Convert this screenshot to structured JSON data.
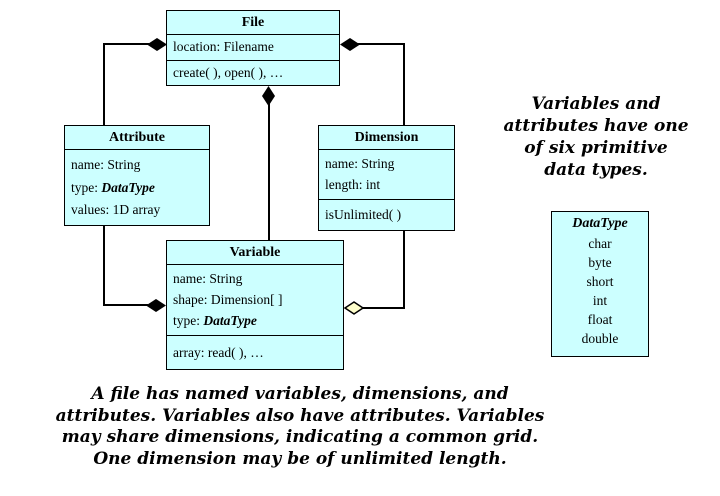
{
  "diagram": {
    "file": {
      "title": "File",
      "attr1": "location: Filename",
      "ops1": "create( ), open( ), …"
    },
    "attribute": {
      "title": "Attribute",
      "attr1": "name: String",
      "attr2_label": "type: ",
      "attr2_value": "DataType",
      "attr3": "values: 1D array"
    },
    "dimension": {
      "title": "Dimension",
      "attr1": "name: String",
      "attr2": "length: int",
      "ops1": "isUnlimited( )"
    },
    "variable": {
      "title": "Variable",
      "attr1": "name: String",
      "attr2": "shape: Dimension[ ]",
      "attr3_label": "type: ",
      "attr3_value": "DataType",
      "ops1": "array: read( ), …"
    },
    "datatype": {
      "title": "DataType",
      "items": [
        "char",
        "byte",
        "short",
        "int",
        "float",
        "double"
      ]
    }
  },
  "notes": {
    "right_line1": "Variables and",
    "right_line2": "attributes have one",
    "right_line3": "of six primitive",
    "right_line4": "data types.",
    "bottom_line1": "A file has named variables, dimensions, and",
    "bottom_line2": "attributes. Variables also have attributes.  Variables",
    "bottom_line3": "may share dimensions, indicating a common grid.",
    "bottom_line4": "One dimension may be of unlimited length."
  },
  "colors": {
    "box_fill": "#ccffff",
    "line": "#000000",
    "composition_diamond_fill": "#000000",
    "aggregation_diamond_fill": "#ffffcc"
  }
}
